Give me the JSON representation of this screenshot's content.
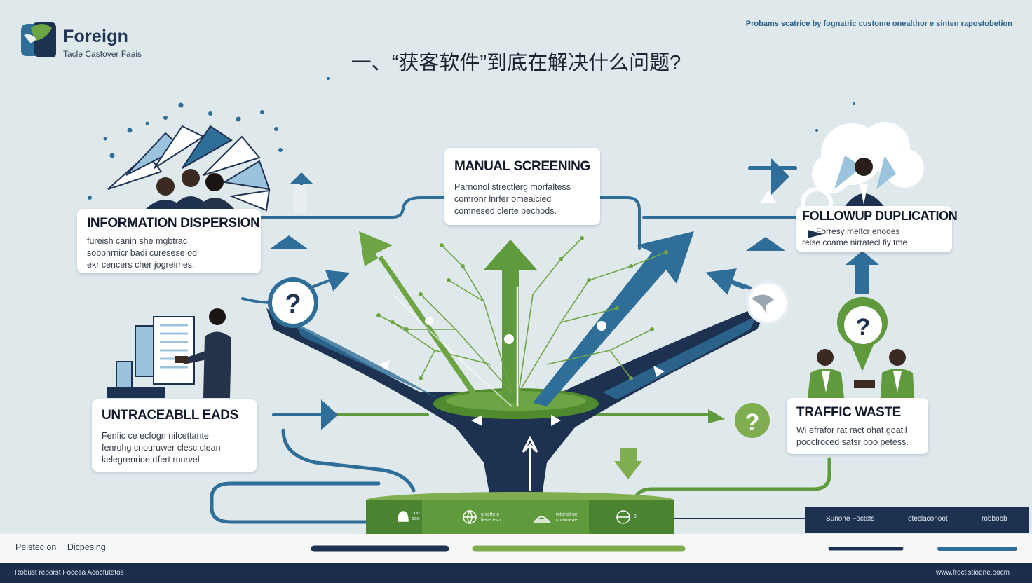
{
  "brand": {
    "title": "Foreign",
    "subtitle": "Tacle Castover Faais",
    "colors": {
      "navy": "#1d3251",
      "blue": "#2f6e98",
      "green": "#5f9a3d",
      "light_blue": "#9cc3dd"
    }
  },
  "top_caption": "Probams scatrice by fognatric custome onealthor e sinten rapostobetion",
  "title": "一、“获客软件”到底在解决什么问题?",
  "cards": {
    "info": {
      "title": "INFORMATION DISPERSION",
      "lines": [
        "fureish canin she mgbtrac",
        "sobpnrnicr badi curesese od",
        "ekr cencers cher jogreimes."
      ]
    },
    "manual": {
      "title": "MANUAL SCREENING",
      "lines": [
        "Parnonol strectlerg morfaltess",
        "comronr lnrfer omeaicied",
        "comnesed clerte pechods."
      ]
    },
    "follow": {
      "title": "FOLLOWUP DUPLICATION",
      "lines": [
        "Forresy meltcr enooes",
        "relse coame nirratecl fiy tme"
      ]
    },
    "untrace": {
      "title": "UNTRACEABLL EADS",
      "lines": [
        "Fenfic ce ecfogn nifcettante",
        "fenrohg cnouruwer clesc clean",
        "kelegrenrioe rtfert rnurvel."
      ]
    },
    "traffic": {
      "title": "TRAFFIC WASTE",
      "lines": [
        "Wi efrafor rat ract ohat goatil",
        "pooclroced satsr poo petess."
      ]
    }
  },
  "funnel_base": {
    "labels": [
      {
        "icon": "bell-icon",
        "line1": "ooo",
        "line2": "boo"
      },
      {
        "icon": "globe-icon",
        "line1": "olseftete",
        "line2": "lieue eso"
      },
      {
        "icon": "chart-icon",
        "line1": "totcnot ue",
        "line2": "coaimeae"
      },
      {
        "icon": "globe-icon",
        "line1": "6",
        "line2": ""
      }
    ]
  },
  "nav": {
    "items": [
      "Sunone Foctsts",
      "oteclaconoot",
      "robbobb"
    ]
  },
  "bottom_bar": {
    "left_items": [
      "Pelstec on",
      "Dicpesing"
    ],
    "progress": [
      {
        "color": "#1d3251"
      },
      {
        "color": "#7fad4f"
      },
      {
        "color": "#1d3251"
      },
      {
        "color": "#2f6e98"
      }
    ]
  },
  "footer": {
    "left": "Robust reporst Focesa Acocfutetos",
    "right": "www.froctlstiodne.oocm"
  }
}
